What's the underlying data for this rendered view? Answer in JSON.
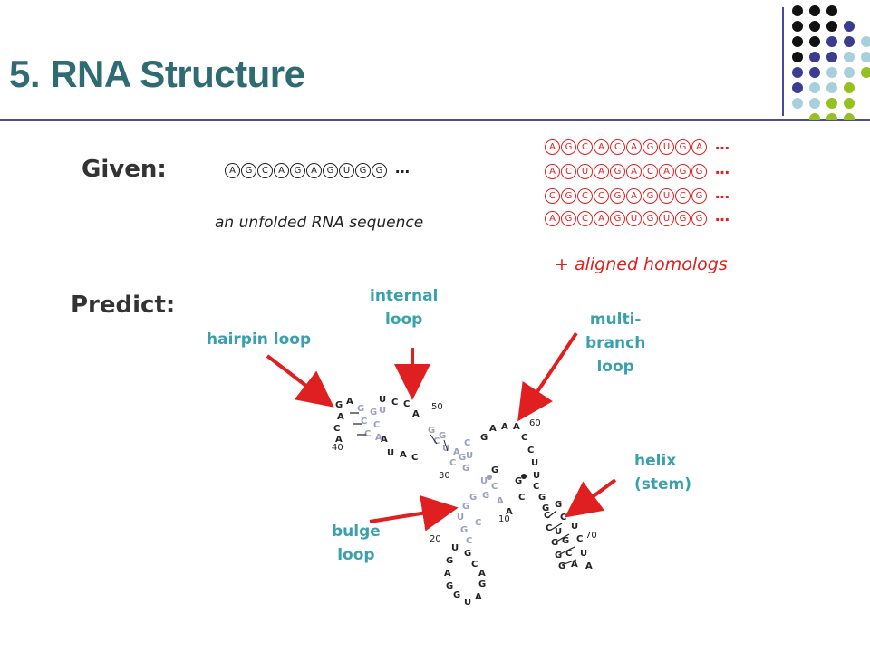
{
  "title": "5. RNA Structure",
  "given": {
    "label": "Given:",
    "sequence": [
      "A",
      "G",
      "C",
      "A",
      "G",
      "A",
      "G",
      "U",
      "G",
      "G"
    ],
    "ellipsis": "…",
    "caption": "an unfolded RNA sequence"
  },
  "homologs": {
    "rows": [
      [
        "A",
        "G",
        "C",
        "A",
        "C",
        "A",
        "G",
        "U",
        "G",
        "A"
      ],
      [
        "A",
        "C",
        "U",
        "A",
        "G",
        "A",
        "C",
        "A",
        "G",
        "G"
      ],
      [
        "C",
        "G",
        "C",
        "C",
        "G",
        "A",
        "G",
        "U",
        "C",
        "G"
      ],
      [
        "A",
        "G",
        "C",
        "A",
        "G",
        "U",
        "G",
        "U",
        "G",
        "G"
      ]
    ],
    "ellipsis": "…",
    "caption": "+ aligned homologs"
  },
  "predict": {
    "label": "Predict:"
  },
  "annotations": {
    "hairpin": "hairpin loop",
    "internal": [
      "internal",
      "loop"
    ],
    "multibranch": [
      "multi-",
      "branch",
      "loop"
    ],
    "helix": [
      "helix",
      "(stem)"
    ],
    "bulge": [
      "bulge",
      "loop"
    ]
  },
  "structure_numbers": [
    "40",
    "50",
    "30",
    "60",
    "10",
    "20",
    "70"
  ],
  "colors": {
    "title": "#2e6b73",
    "accent_red": "#e02020",
    "teal_labels": "#3aa0ae",
    "rule": "#4a4aa0"
  }
}
